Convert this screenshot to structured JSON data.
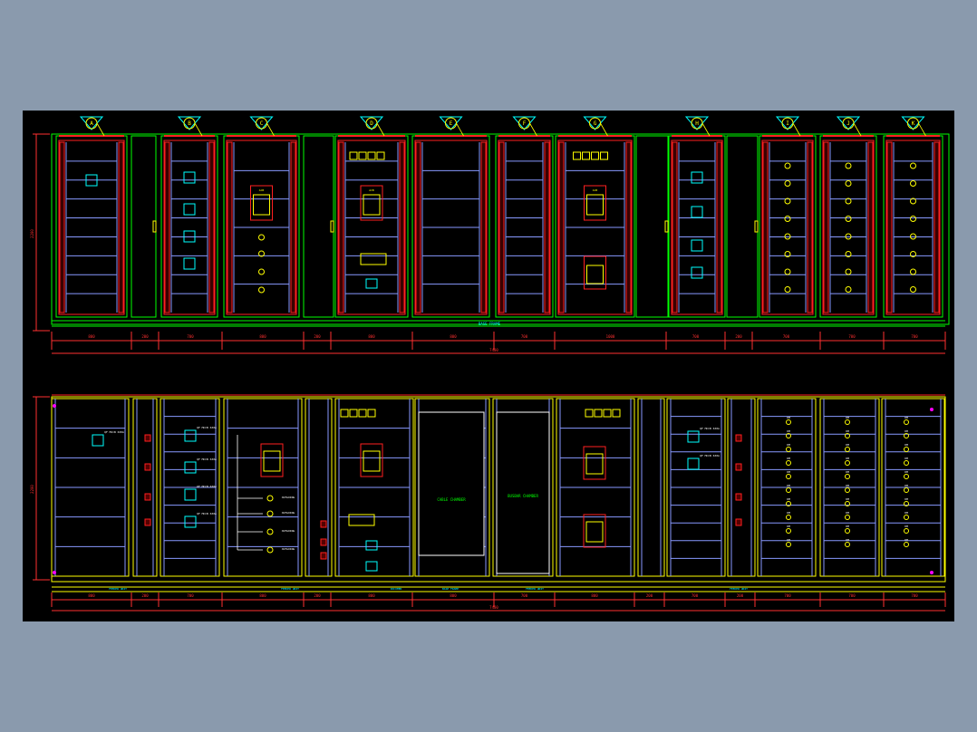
{
  "drawing": {
    "top_height_label": "2200",
    "bottom_height_label": "2200",
    "total_width_label": "7400",
    "top_plinth_label": "BASE FRAME",
    "bottom_base_label": "BASE FRAME",
    "cabinet_labels": [
      "A",
      "B",
      "C",
      "D",
      "E",
      "F",
      "G",
      "H",
      "I",
      "J",
      "K"
    ],
    "top_width_labels": [
      "800",
      "200",
      "700",
      "800",
      "200",
      "800",
      "800",
      "700",
      "1000",
      "700",
      "200",
      "700",
      "700",
      "700"
    ],
    "bottom_width_labels": [
      "800",
      "200",
      "700",
      "800",
      "200",
      "800",
      "800",
      "700",
      "800",
      "200",
      "700",
      "200",
      "700",
      "700",
      "700"
    ],
    "bottom_module_labels": [
      "FEEDER UNIT",
      "FEEDER UNIT",
      "INCOMER",
      "BASE FRAME",
      "FEEDER UNIT",
      "FEEDER UNIT"
    ],
    "bottom_cabinet_e_label": "CABLE CHAMBER",
    "bottom_cabinet_f_label": "BUSBAR CHAMBER",
    "feeder_tag": "QF MCCB 630A",
    "acb_tag": "ACB",
    "cable_tag": "CABLE",
    "meter_tag": "kWh",
    "item_tag": "KM",
    "outgoing_tag": "OUTGOING"
  },
  "colors": {
    "frame_green": "#00ff00",
    "door_red": "#ff2020",
    "shelf_blue": "#8899ff",
    "device_yellow": "#ffff00",
    "dim_red": "#ff3030",
    "device_cyan": "#00ffff",
    "magenta": "#ff00ff",
    "white": "#ffffff"
  }
}
